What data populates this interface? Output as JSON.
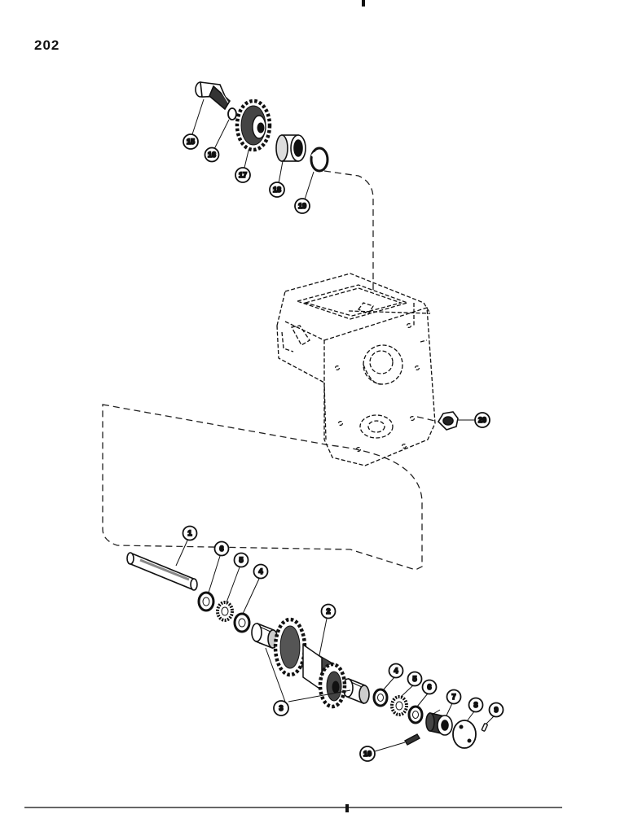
{
  "page": {
    "number": "202"
  },
  "callouts": [
    "15",
    "16",
    "17",
    "18",
    "19",
    "20",
    "1",
    "6",
    "5",
    "4",
    "2",
    "3",
    "4",
    "5",
    "6",
    "7",
    "8",
    "9",
    "10"
  ]
}
